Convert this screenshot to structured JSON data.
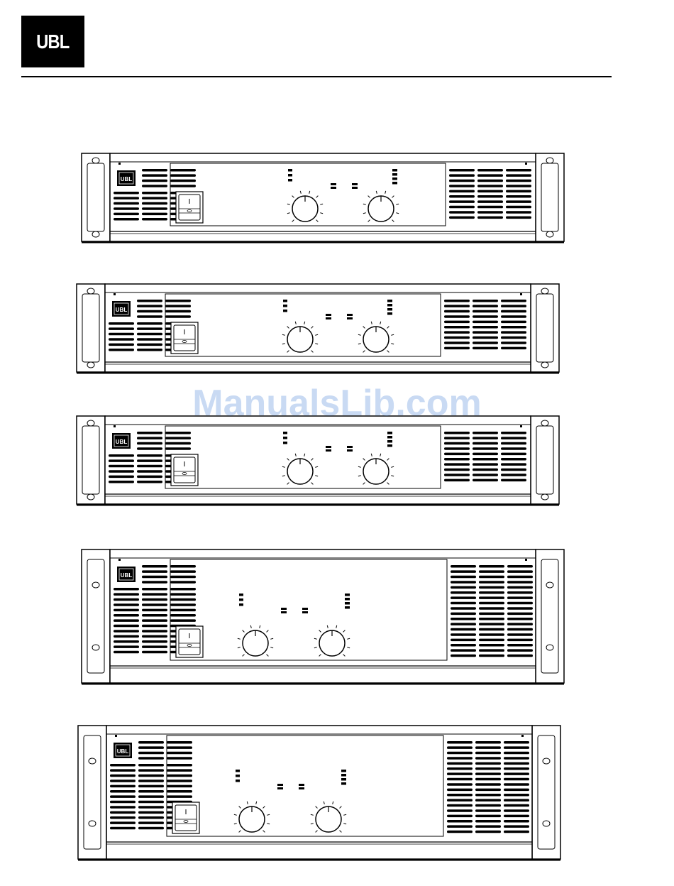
{
  "header": {
    "logo_text": "UBL"
  },
  "watermark": {
    "text": "ManualsLib.com"
  },
  "amplifiers": [
    {
      "badge": "UBL"
    },
    {
      "badge": "UBL"
    },
    {
      "badge": "UBL"
    },
    {
      "badge": "UBL"
    },
    {
      "badge": "UBL"
    }
  ],
  "colors": {
    "ink": "#000000",
    "paper": "#ffffff",
    "watermark": "#6496dc"
  }
}
